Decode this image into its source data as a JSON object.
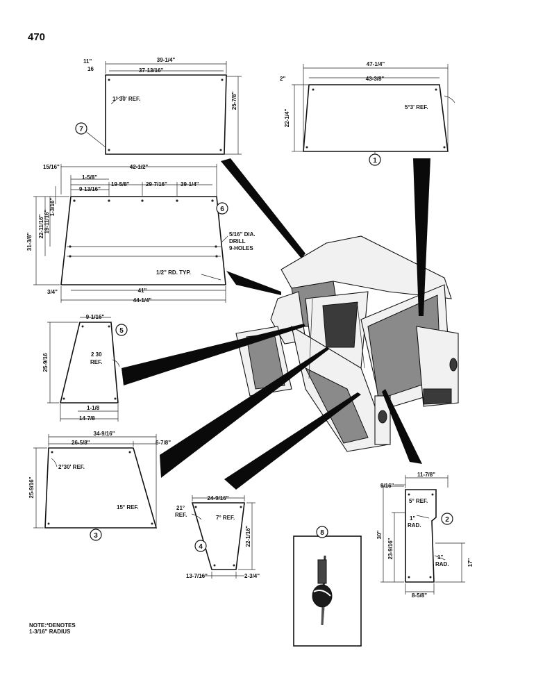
{
  "page": {
    "number": "470"
  },
  "note": {
    "line1": "NOTE:*DENOTES",
    "line2": "1-3/16\" RADIUS"
  },
  "parts": {
    "p7": {
      "callout": "7",
      "dims": {
        "w_overall": "39-1/4\"",
        "w_inner": "37-13/16\"",
        "offset_top": "11\"",
        "offset_bottom": "16",
        "height": "25-7/8\"",
        "angle": "1° 30' REF."
      }
    },
    "p1": {
      "callout": "1",
      "dims": {
        "w_overall": "47-1/4\"",
        "w_inner": "43-3/8\"",
        "offset": "2\"",
        "height": "22-1/4\"",
        "angle": "5°3' REF."
      }
    },
    "p6": {
      "callout": "6",
      "dims": {
        "w_overall": "42-1/2\"",
        "offset_left": "15/16\"",
        "first": "1-5/8\"",
        "s2": "19-5/8\"",
        "s3": "29-7/16\"",
        "s4": "39-1/4\"",
        "s1": "9-13/16\"",
        "h_total": "31-3/8\"",
        "h2": "22-11/16\"",
        "h3": "19-11/16\"",
        "h4": "1-3/16\"",
        "bottom_offset": "3/4\"",
        "bottom_inner": "41\"",
        "bottom_overall": "44-1/4\"",
        "drill_1": "5/16\" DIA.",
        "drill_2": "DRILL",
        "drill_3": "9-HOLES",
        "radius": "1/2\" RD. TYP."
      }
    },
    "p5": {
      "callout": "5",
      "dims": {
        "top": "9-1/16\"",
        "height": "25-9/16",
        "angle_1": "2 30",
        "angle_2": "REF.",
        "bottom_inner": "1-1/8",
        "bottom_overall": "14-7/8"
      }
    },
    "p3": {
      "callout": "3",
      "dims": {
        "top_overall": "34-9/16\"",
        "top_left": "26-5/8\"",
        "top_right": "6-7/8\"",
        "height": "25-9/16\"",
        "angle_left": "2°30' REF.",
        "angle_right": "15° REF."
      }
    },
    "p4": {
      "callout": "4",
      "dims": {
        "top": "24-9/16\"",
        "angle_left_1": "21°",
        "angle_left_2": "REF.",
        "angle_right": "7° REF.",
        "height": "22-1/16\"",
        "bottom": "13-7/16\"",
        "bottom_right": "2-3/4\""
      }
    },
    "p2": {
      "callout": "2",
      "dims": {
        "top": "11-7/8\"",
        "top_offset": "9/16\"",
        "angle": "5° REF.",
        "r1_1": "1\"",
        "r1_2": "RAD.",
        "r2_1": "1\"",
        "r2_2": "RAD.",
        "h_total": "30\"",
        "h_inner": "23-9/16\"",
        "h_right": "17\"",
        "bottom": "8-5/8\""
      }
    },
    "p8": {
      "callout": "8"
    }
  }
}
